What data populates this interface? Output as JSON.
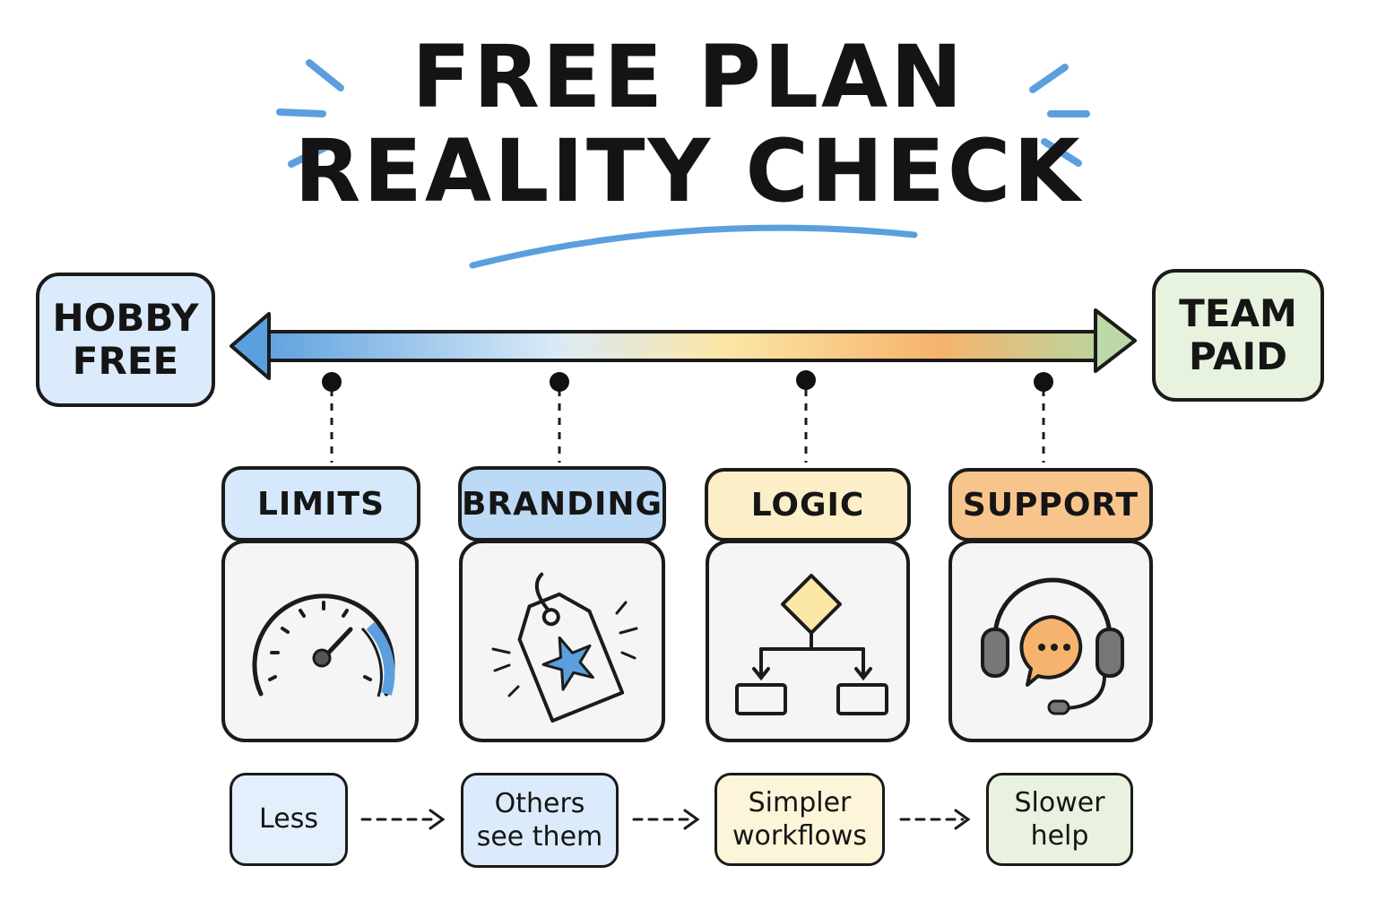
{
  "title": {
    "line1": "Free Plan",
    "line2": "Reality Check"
  },
  "spectrum": {
    "left_end": {
      "line1": "Hobby",
      "line2": "Free"
    },
    "right_end": {
      "line1": "Team",
      "line2": "Paid"
    }
  },
  "categories": [
    {
      "label": "Limits",
      "note": "Less",
      "icon": "speedometer-icon",
      "head_color": "#d6e8fb"
    },
    {
      "label": "Branding",
      "note": "Others see them",
      "icon": "price-tag-star-icon",
      "head_color": "#bcd9f5"
    },
    {
      "label": "Logic",
      "note": "Simpler workflows",
      "icon": "flowchart-icon",
      "head_color": "#fcefc8"
    },
    {
      "label": "Support",
      "note": "Slower help",
      "icon": "headset-chat-icon",
      "head_color": "#f7c58c"
    }
  ],
  "note_colors": [
    "#e3effc",
    "#dcebfb",
    "#fdf5d9",
    "#e8f2df"
  ],
  "colors": {
    "blue": "#5b9fde",
    "yellow": "#fbe7a6",
    "orange": "#f6b36d",
    "green": "#bcd9a7",
    "ink": "#1b1b1b"
  }
}
